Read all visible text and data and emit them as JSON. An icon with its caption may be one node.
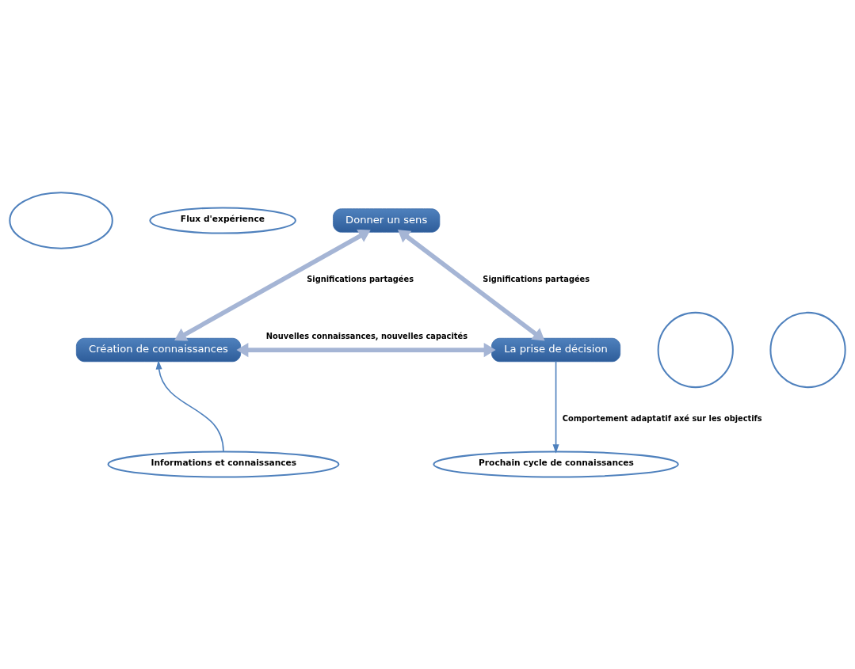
{
  "diagram": {
    "nodes": [
      {
        "text": [],
        "shape": "ellipse"
      },
      {
        "text": [
          "Flux d'expérience"
        ]
      },
      {
        "text": [
          "Donner un sens"
        ]
      },
      {
        "text": [],
        "shape": "circle"
      },
      {
        "text": [
          "Création de connaissances"
        ]
      },
      {
        "text": [],
        "shape": "circle"
      },
      {
        "text": [
          "La prise de décision"
        ]
      },
      {
        "text": [
          "Informations et connaissances"
        ]
      },
      {
        "text": [
          "Prochain cycle de connaissances"
        ]
      }
    ],
    "edges": [
      {
        "from": 2,
        "to": 4,
        "arrow": "both",
        "label": "Significations partagées"
      },
      {
        "from": 2,
        "to": 6,
        "arrow": "both",
        "label": "Significations partagées"
      },
      {
        "from": 4,
        "to": 6,
        "arrow": "both",
        "label": "Nouvelles connaissances, nouvelles capacités"
      },
      {
        "from": 7,
        "to": 4,
        "arrow": "to",
        "color": "#4f81bd"
      },
      {
        "from": 6,
        "to": 8,
        "arrow": "to",
        "label": "Comportement adaptatif axé sur les objectifs",
        "color": "#4f81bd"
      }
    ]
  }
}
